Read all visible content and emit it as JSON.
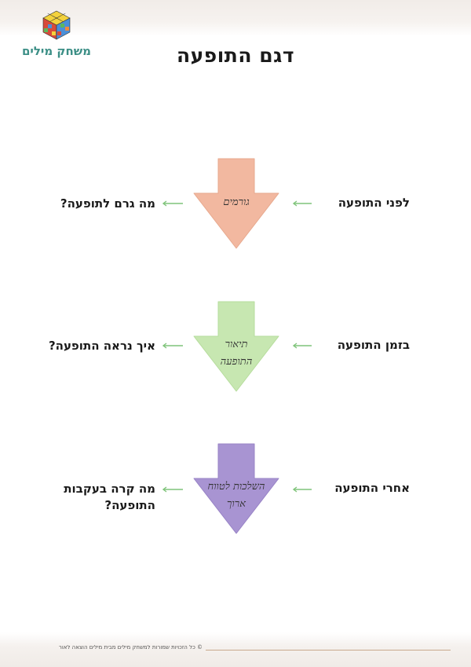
{
  "logo": {
    "text": "משחק מילים"
  },
  "title": "דגם התופעה",
  "rows": [
    {
      "right_label": "לפני התופעה",
      "arrow_text": "גורמים",
      "left_label": "מה גרם לתופעה?",
      "color": "#f2b8a0"
    },
    {
      "right_label": "בזמן התופעה",
      "arrow_text": "תיאור התופעה",
      "left_label": "איך נראה התופעה?",
      "color": "#c7e7b1"
    },
    {
      "right_label": "אחרי התופעה",
      "arrow_text": "השלכות לטווח ארוך",
      "left_label": "מה קרה בעקבות התופעה?",
      "color": "#a894d2"
    }
  ],
  "connector_color": "#7fc47a",
  "footer": "© כל הזכויות שמורות למשחק מילים מבית מילים הוצאה לאור"
}
